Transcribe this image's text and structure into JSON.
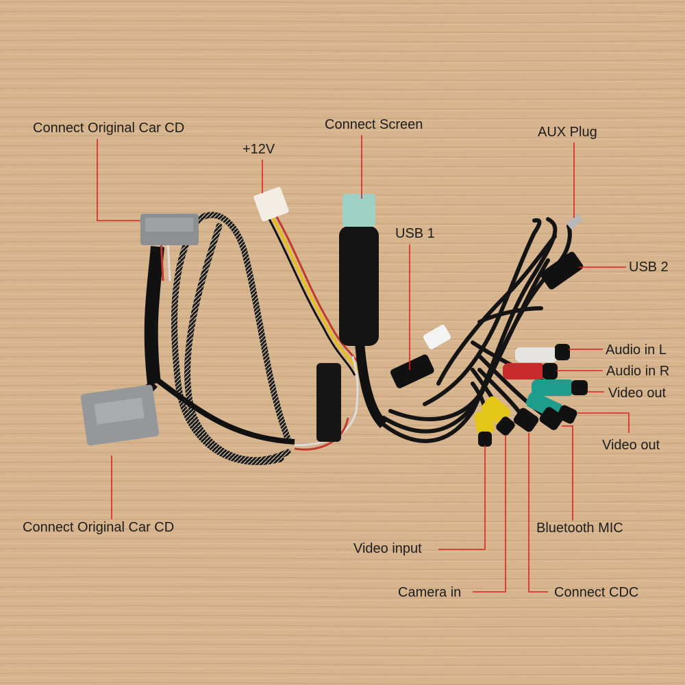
{
  "labels": {
    "cd_top": "Connect Original Car CD",
    "plus12v": "+12V",
    "screen": "Connect Screen",
    "aux": "AUX Plug",
    "usb1": "USB 1",
    "usb2": "USB 2",
    "audio_l": "Audio in L",
    "audio_r": "Audio in R",
    "video_out_1": "Video out",
    "video_out_2": "Video out",
    "cd_bottom": "Connect Original Car CD",
    "bt_mic": "Bluetooth MIC",
    "video_input": "Video input",
    "camera_in": "Camera in",
    "connect_cdc": "Connect CDC"
  },
  "colors": {
    "leader_line": "#e02020",
    "wood": "#d7b58f"
  }
}
